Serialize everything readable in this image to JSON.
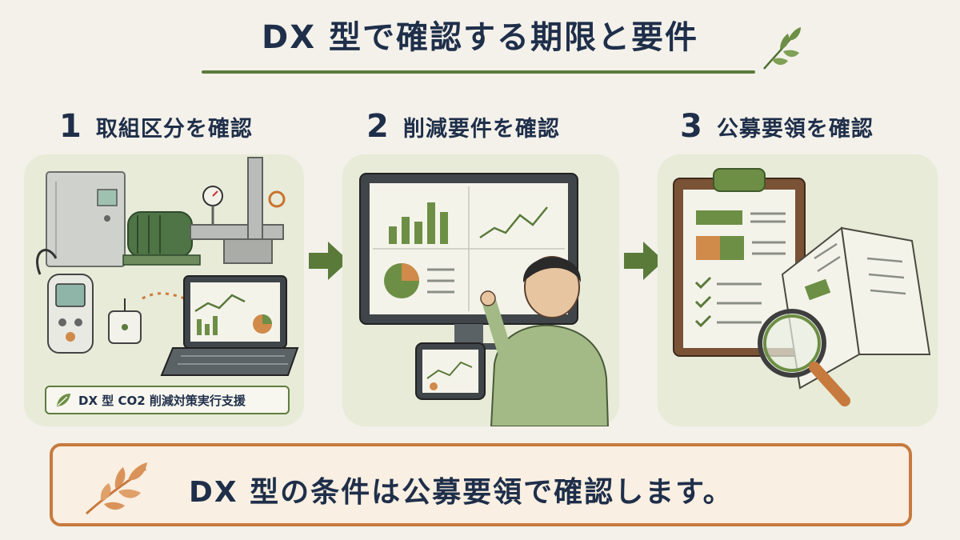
{
  "title": "DX 型で確認する期限と要件",
  "steps": [
    {
      "number": "1",
      "label": "取組区分を確認"
    },
    {
      "number": "2",
      "label": "削減要件を確認"
    },
    {
      "number": "3",
      "label": "公募要領を確認"
    }
  ],
  "badge": {
    "text": "DX 型 CO2 削減対策実行支援"
  },
  "footer": {
    "text": "DX 型の条件は公募要領で確認します。"
  },
  "icons": [
    "leaf-sprig-icon",
    "arrow-right-icon",
    "clipboard-icon",
    "magnifier-icon",
    "monitor-icon",
    "tablet-icon",
    "pump-machine-icon",
    "laptop-icon",
    "sensor-device-icon"
  ],
  "colors": {
    "navy_text": "#1f2f4a",
    "green_accent": "#5a7a3a",
    "orange_accent": "#c77a3e",
    "panel_bg": "#e7ebd8",
    "page_bg": "#f3f1ea"
  }
}
